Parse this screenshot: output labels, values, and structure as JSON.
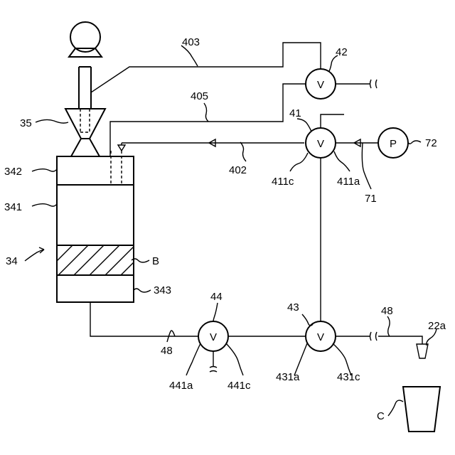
{
  "valves": {
    "v42": "V",
    "v41": "V",
    "v44": "V",
    "v43": "V"
  },
  "pump": "P",
  "labels": {
    "l403": "403",
    "l42": "42",
    "l405": "405",
    "l41": "41",
    "l35": "35",
    "l402": "402",
    "l72": "72",
    "l342": "342",
    "l411c": "411c",
    "l411a": "411a",
    "l71": "71",
    "l341": "341",
    "l34": "34",
    "lB": "B",
    "l343": "343",
    "l44": "44",
    "l43": "43",
    "l48a": "48",
    "l22a": "22a",
    "l48b": "48",
    "l441a": "441a",
    "l441c": "441c",
    "l431a": "431a",
    "l431c": "431c",
    "lC": "C"
  }
}
